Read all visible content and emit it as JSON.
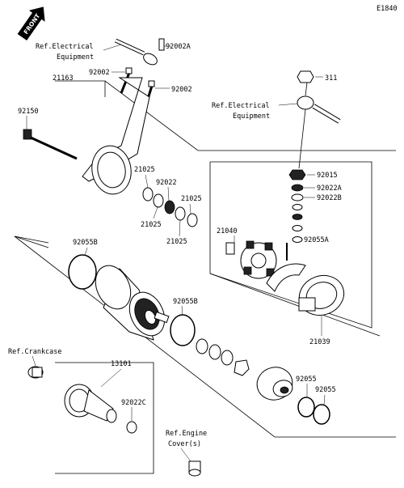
{
  "diagram_code": "E1840",
  "front_label": "FRONT",
  "labels": {
    "p92002A": "92002A",
    "refElec1a": "Ref.Electrical",
    "refElec1b": "Equipment",
    "p92002_a": "92002",
    "p92002_b": "92002",
    "p21163": "21163",
    "p311": "311",
    "refElec2a": "Ref.Electrical",
    "refElec2b": "Equipment",
    "p92150": "92150",
    "p21025_a": "21025",
    "p92022": "92022",
    "p21025_b": "21025",
    "p21025_c": "21025",
    "p21025_d": "21025",
    "p92015": "92015",
    "p92022A": "92022A",
    "p92022B": "92022B",
    "p21040": "21040",
    "p92055A": "92055A",
    "p92055B_a": "92055B",
    "p92055B_b": "92055B",
    "p21039": "21039",
    "refCrank": "Ref.Crankcase",
    "p13101": "13101",
    "p92022C": "92022C",
    "p92055_a": "92055",
    "p92055_b": "92055",
    "refEngA": "Ref.Engine",
    "refEngB": "Cover(s)"
  }
}
